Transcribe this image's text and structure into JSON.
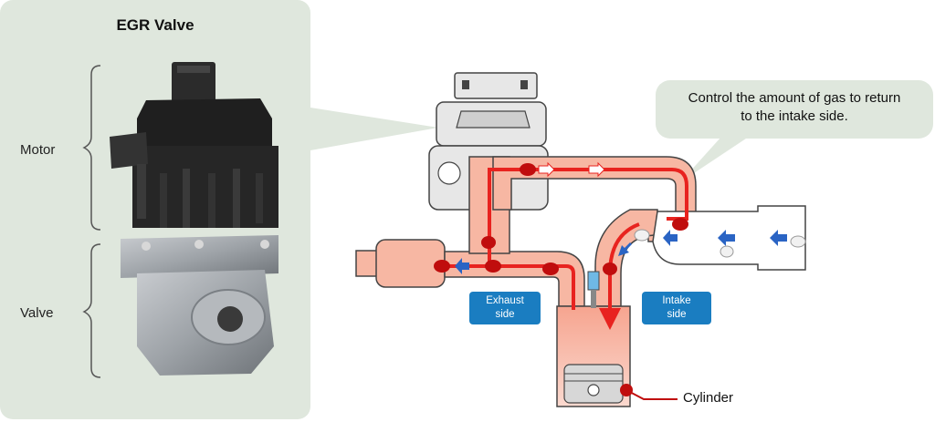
{
  "product_panel": {
    "title": "EGR Valve",
    "motor_label": "Motor",
    "valve_label": "Valve"
  },
  "callout": {
    "line1": "Control the amount of gas to return",
    "line2": "to the intake side."
  },
  "labels": {
    "exhaust_line1": "Exhaust",
    "exhaust_line2": "side",
    "intake_line1": "Intake",
    "intake_line2": "side",
    "cylinder": "Cylinder"
  },
  "colors": {
    "panel_bg": "#dfe7dd",
    "exhaust_gas": "#e8231f",
    "pipe_fill": "#f7b7a3",
    "badge_blue": "#1a7dc1",
    "intake_arrow": "#2a64c4"
  }
}
